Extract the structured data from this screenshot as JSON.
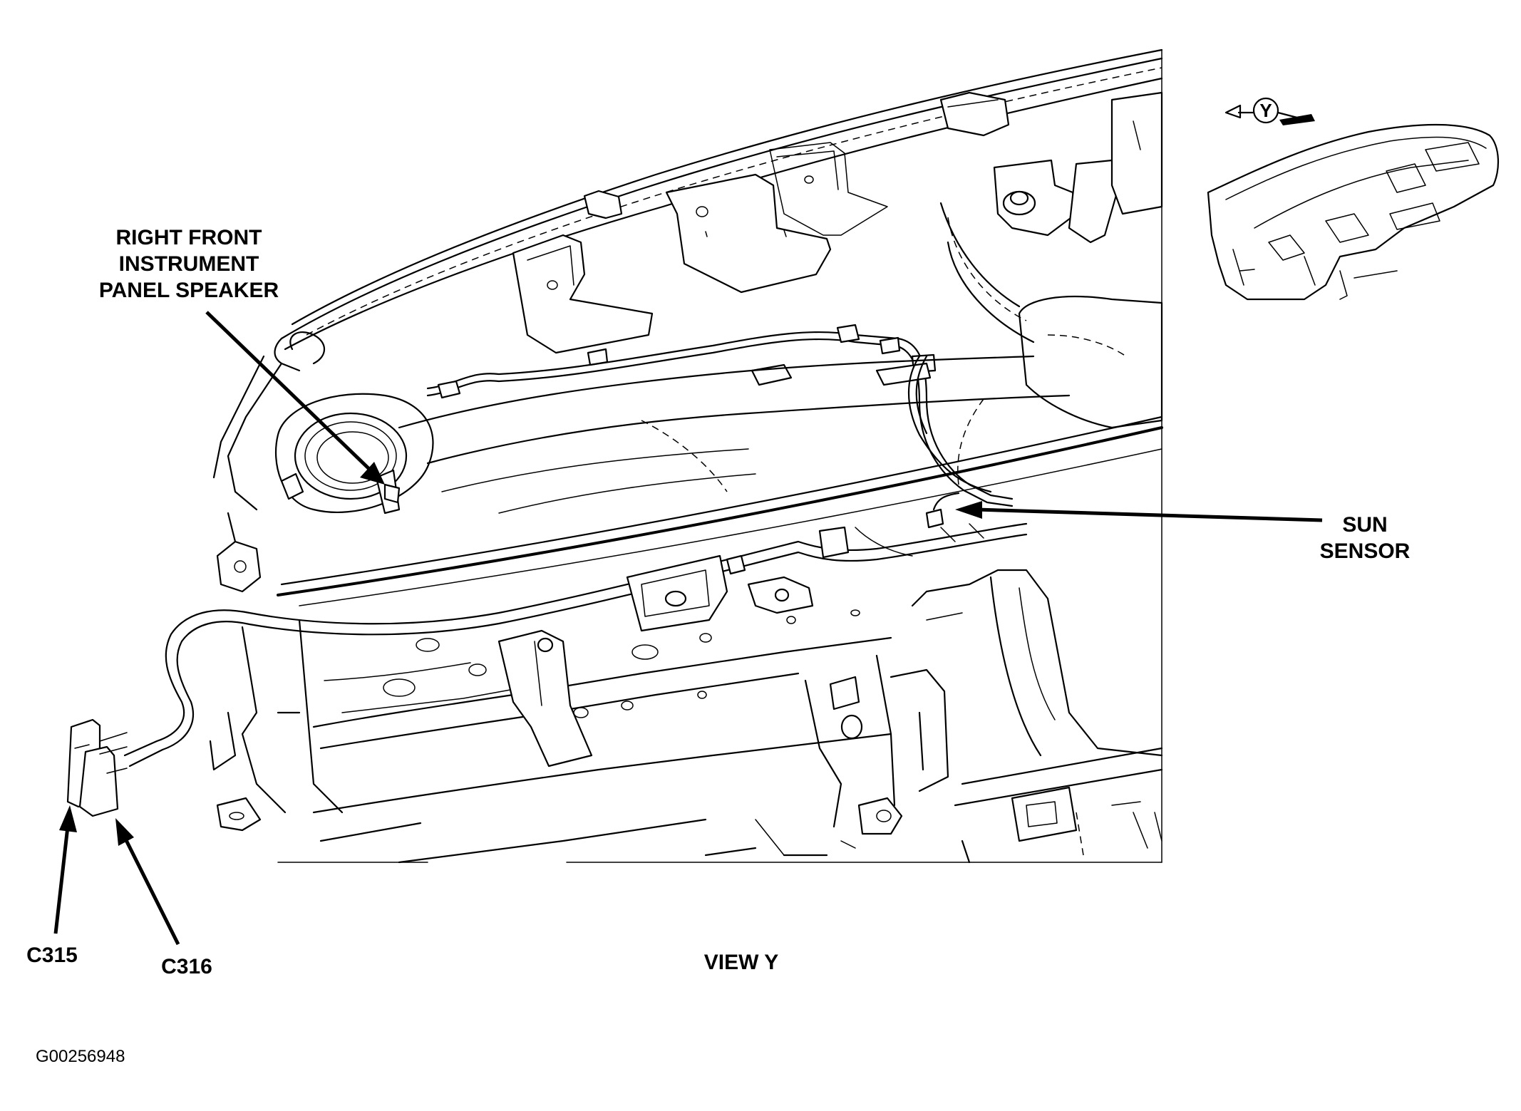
{
  "labels": {
    "speaker": [
      "RIGHT FRONT",
      "INSTRUMENT",
      "PANEL SPEAKER"
    ],
    "sun_sensor": [
      "SUN",
      "SENSOR"
    ],
    "connector_c315": "C315",
    "connector_c316": "C316",
    "view_title": "VIEW Y",
    "view_marker": "Y",
    "figure_code": "G00256948"
  }
}
